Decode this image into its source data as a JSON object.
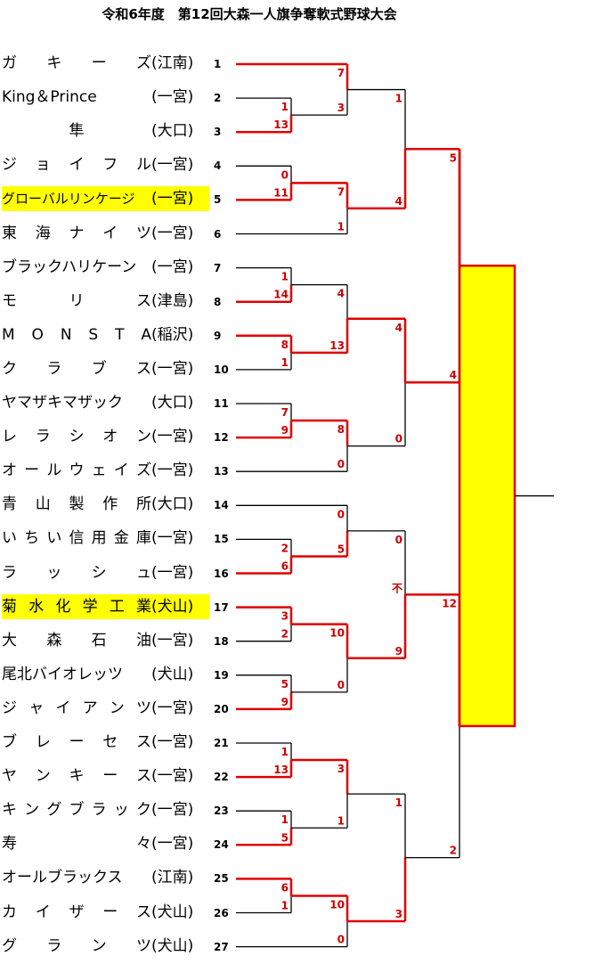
{
  "title": "令和6年度　第12回大森一人旗争奪軟式野球大会",
  "teams": [
    {
      "seed": "1",
      "name": "ガキーズ",
      "loc": "(江南)",
      "sp": true
    },
    {
      "seed": "2",
      "name": "King＆Prince",
      "loc": "(一宮)",
      "sp": false
    },
    {
      "seed": "3",
      "name": "隼",
      "loc": "(大口)",
      "ct": true
    },
    {
      "seed": "4",
      "name": "ジョイフル",
      "loc": "(一宮)",
      "sp": true
    },
    {
      "seed": "5",
      "name": "グローバルリンケージ",
      "loc": "(一宮)",
      "hl": true,
      "sm": true
    },
    {
      "seed": "6",
      "name": "東海ナイツ",
      "loc": "(一宮)",
      "sp": true
    },
    {
      "seed": "7",
      "name": "ブラックハリケーン",
      "loc": "(一宮)"
    },
    {
      "seed": "8",
      "name": "モリス",
      "loc": "(津島)",
      "sp": true
    },
    {
      "seed": "9",
      "name": "MONSTA",
      "loc": "(稲沢)",
      "sp": true
    },
    {
      "seed": "10",
      "name": "クラブス",
      "loc": "(一宮)",
      "sp": true
    },
    {
      "seed": "11",
      "name": "ヤマザキマザック",
      "loc": "(大口)"
    },
    {
      "seed": "12",
      "name": "レラシオン",
      "loc": "(一宮)",
      "sp": true
    },
    {
      "seed": "13",
      "name": "オールウェイズ",
      "loc": "(一宮)",
      "sp": true
    },
    {
      "seed": "14",
      "name": "青山製作所",
      "loc": "(大口)",
      "sp": true
    },
    {
      "seed": "15",
      "name": "いちい信用金庫",
      "loc": "(一宮)",
      "sp": true
    },
    {
      "seed": "16",
      "name": "ラッシュ",
      "loc": "(一宮)",
      "sp": true
    },
    {
      "seed": "17",
      "name": "菊水化学工業",
      "loc": "(犬山)",
      "hl": true,
      "sp": true
    },
    {
      "seed": "18",
      "name": "大森石油",
      "loc": "(一宮)",
      "sp": true
    },
    {
      "seed": "19",
      "name": "尾北バイオレッツ",
      "loc": "(犬山)"
    },
    {
      "seed": "20",
      "name": "ジャイアンツ",
      "loc": "(一宮)",
      "sp": true
    },
    {
      "seed": "21",
      "name": "ブレーセス",
      "loc": "(一宮)",
      "sp": true
    },
    {
      "seed": "22",
      "name": "ヤンキース",
      "loc": "(一宮)",
      "sp": true
    },
    {
      "seed": "23",
      "name": "キングブラック",
      "loc": "(一宮)",
      "sp": true
    },
    {
      "seed": "24",
      "name": "寿々",
      "loc": "(一宮)",
      "sp": true
    },
    {
      "seed": "25",
      "name": "オールブラックス",
      "loc": "(江南)"
    },
    {
      "seed": "26",
      "name": "カイザース",
      "loc": "(犬山)",
      "sp": true
    },
    {
      "seed": "27",
      "name": "グランツ",
      "loc": "(犬山)",
      "sp": true
    }
  ],
  "scores": {
    "r1": [
      {
        "top": "1",
        "bot": "13"
      },
      {
        "top": "0",
        "bot": "11"
      },
      {
        "top": "1",
        "bot": "14"
      },
      {
        "top": "8",
        "bot": "1"
      },
      {
        "top": "7",
        "bot": "9"
      },
      {
        "top": "2",
        "bot": "6"
      },
      {
        "top": "3",
        "bot": "2"
      },
      {
        "top": "5",
        "bot": "9"
      },
      {
        "top": "1",
        "bot": "13"
      },
      {
        "top": "1",
        "bot": "5"
      },
      {
        "top": "6",
        "bot": "1"
      }
    ],
    "r2": [
      {
        "top": "7",
        "bot": "3"
      },
      {
        "top": "7",
        "bot": "1"
      },
      {
        "top": "4",
        "bot": "13"
      },
      {
        "top": "8",
        "bot": "0"
      },
      {
        "top": "0",
        "bot": "5"
      },
      {
        "top": "10",
        "bot": "0"
      },
      {
        "top": "3",
        "bot": "1"
      },
      {
        "top": "10",
        "bot": "0"
      }
    ],
    "r3": [
      {
        "top": "1",
        "bot": "4"
      },
      {
        "top": "4",
        "bot": "0"
      },
      {
        "top": "0",
        "bot": "9",
        "note": "不"
      },
      {
        "top": "1",
        "bot": "3"
      }
    ],
    "sf": [
      {
        "top": "5",
        "bot": "4"
      },
      {
        "top": "12",
        "bot": "2"
      }
    ]
  },
  "colors": {
    "win": "#e00000",
    "line": "#000000",
    "score": "#cc0000",
    "highlight": "#ffff00"
  }
}
